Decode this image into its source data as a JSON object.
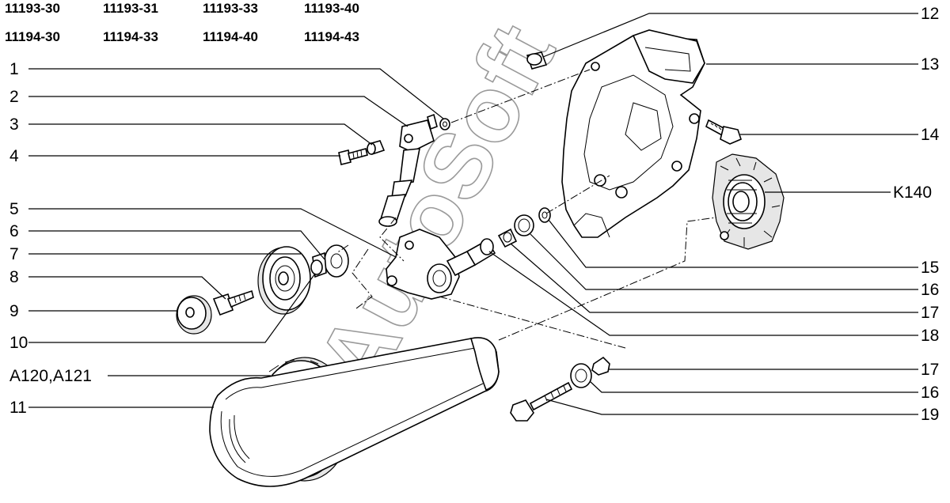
{
  "models": [
    [
      "11193-30",
      "11193-31",
      "11193-33",
      "11193-40"
    ],
    [
      "11194-30",
      "11194-33",
      "11194-40",
      "11194-43"
    ]
  ],
  "callouts": {
    "c1": "1",
    "c2": "2",
    "c3": "3",
    "c4": "4",
    "c5": "5",
    "c6": "6",
    "c7": "7",
    "c8": "8",
    "c9": "9",
    "c10": "10",
    "cA": "A120,A121",
    "c11": "11",
    "c12": "12",
    "c13": "13",
    "c14": "14",
    "cK": "K140",
    "c15": "15",
    "c16a": "16",
    "c17a": "17",
    "c18": "18",
    "c17b": "17",
    "c16b": "16",
    "c19": "19"
  },
  "watermark": "AutoSoft"
}
